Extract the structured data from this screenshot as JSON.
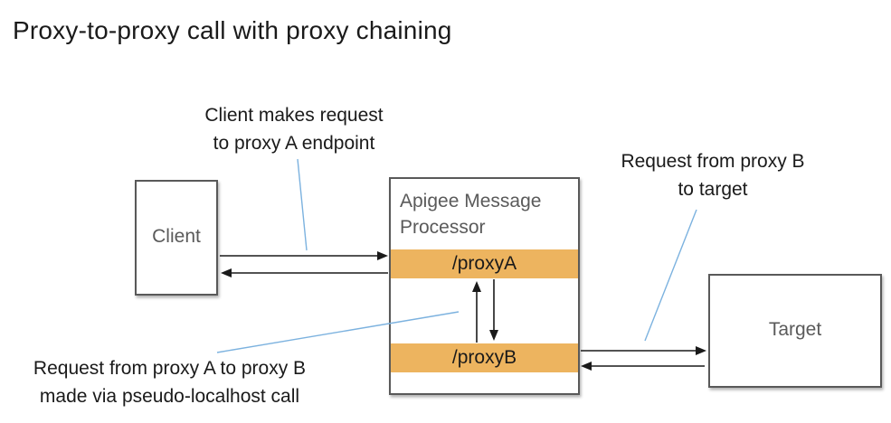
{
  "title": "Proxy-to-proxy call with proxy chaining",
  "annotations": {
    "client_request": {
      "line1": "Client makes request",
      "line2": "to proxy A endpoint"
    },
    "proxy_b_to_target": {
      "line1": "Request from proxy B",
      "line2": "to target"
    },
    "proxy_a_to_b": {
      "line1": "Request from proxy A to proxy B",
      "line2": "made via pseudo-localhost call"
    }
  },
  "nodes": {
    "client": {
      "label": "Client"
    },
    "message_processor": {
      "title": "Apigee Message Processor",
      "proxy_a": "/proxyA",
      "proxy_b": "/proxyB"
    },
    "target": {
      "label": "Target"
    }
  },
  "colors": {
    "bar_orange": "#EDB45F",
    "leader_blue": "#7CB2DF",
    "box_border": "#595959",
    "label_gray": "#5A5A5A",
    "text_black": "#1A1A1A",
    "bg": "#FFFFFF"
  }
}
